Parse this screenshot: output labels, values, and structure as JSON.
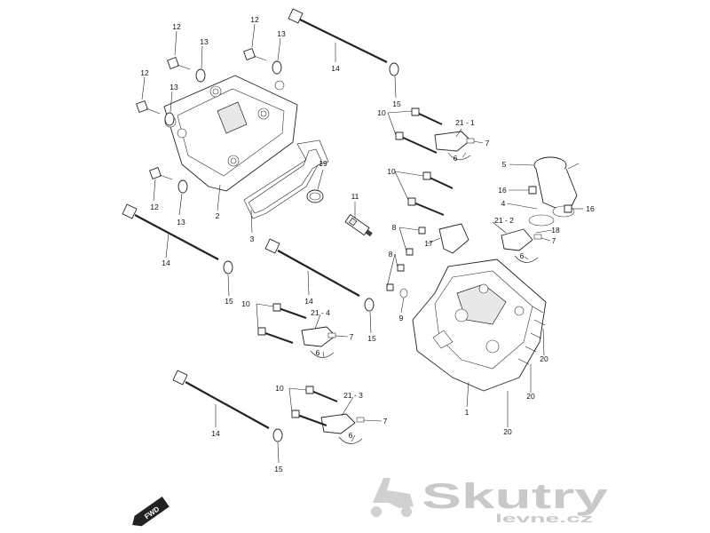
{
  "diagram": {
    "callouts": {
      "c12a": "12",
      "c13a": "13",
      "c12b": "12",
      "c13b": "13",
      "c12c": "12",
      "c13c": "13",
      "c12d": "12",
      "c13d": "13",
      "c14a": "14",
      "c15a": "15",
      "c2": "2",
      "c3": "3",
      "c19": "19",
      "c11": "11",
      "c14b": "14",
      "c15b": "15",
      "c14c": "14",
      "c15c": "15",
      "c14d": "14",
      "c15d": "15",
      "c10a": "10",
      "c211": "21 - 1",
      "c7a": "7",
      "c6a": "6",
      "c5": "5",
      "c16a": "16",
      "c4": "4",
      "c16b": "16",
      "c10b": "10",
      "c8a": "8",
      "c17": "17",
      "c212": "21 - 2",
      "c18": "18",
      "c7b": "7",
      "c6b": "6",
      "c8b": "8",
      "c9": "9",
      "c10c": "10",
      "c214": "21 - 4",
      "c7c": "7",
      "c6c": "6",
      "c10d": "10",
      "c213": "21 - 3",
      "c7d": "7",
      "c6d": "6",
      "c1": "1",
      "c20a": "20",
      "c20b": "20",
      "c20c": "20"
    },
    "fwd_badge": "FWD",
    "watermark": {
      "main": "Skutry",
      "sub": "levne.cz"
    }
  }
}
